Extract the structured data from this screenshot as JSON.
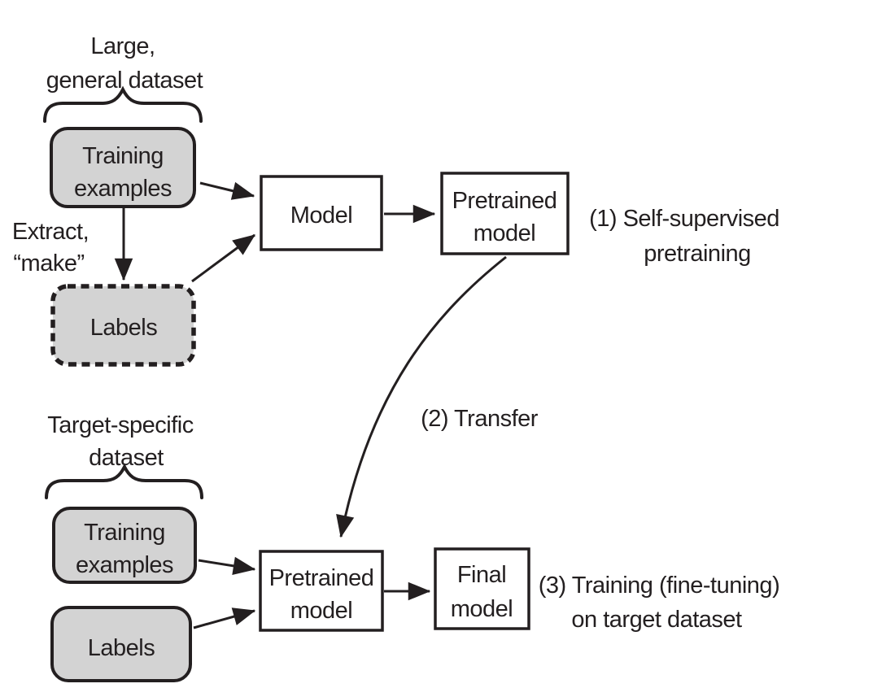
{
  "colors": {
    "background": "#ffffff",
    "gray_box_fill": "#d3d3d3",
    "white_box_fill": "#ffffff",
    "line_color": "#231f20"
  },
  "pretraining_stage": {
    "dataset_title": {
      "line1": "Large,",
      "line2": "general dataset"
    },
    "extract_note": {
      "line1": "Extract,",
      "line2": "“make”"
    },
    "training_examples_box": {
      "line1": "Training",
      "line2": "examples"
    },
    "labels_box": {
      "label": "Labels"
    },
    "model_box": {
      "label": "Model"
    },
    "pretrained_model_box": {
      "line1": "Pretrained",
      "line2": "model"
    },
    "step_label": {
      "line1": "(1) Self-supervised",
      "line2": "pretraining"
    }
  },
  "transfer": {
    "step_label": "(2) Transfer"
  },
  "finetuning_stage": {
    "dataset_title": {
      "line1": "Target-specific",
      "line2": "dataset"
    },
    "training_examples_box": {
      "line1": "Training",
      "line2": "examples"
    },
    "labels_box": {
      "label": "Labels"
    },
    "pretrained_model_box": {
      "line1": "Pretrained",
      "line2": "model"
    },
    "final_model_box": {
      "line1": "Final",
      "line2": "model"
    },
    "step_label": {
      "line1": "(3) Training (fine-tuning)",
      "line2": "on target dataset"
    }
  }
}
